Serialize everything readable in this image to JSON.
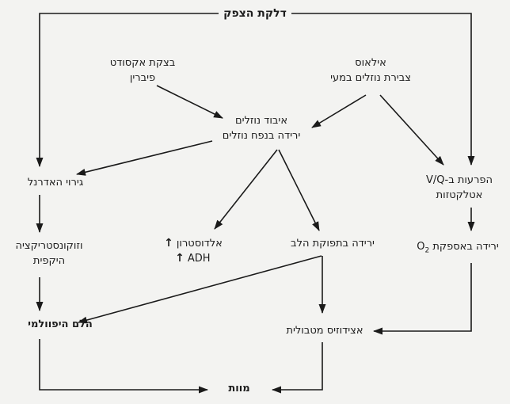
{
  "diagram": {
    "title": "דלקת הצפק",
    "nodes": {
      "exudate": {
        "line1": "בצקת אקסודט",
        "line2": "פיברין"
      },
      "ileus": {
        "line1": "אילאוס",
        "line2": "צבירת נוזלים במעי"
      },
      "fluid_loss": {
        "line1": "איבוד נוזלים",
        "line2": "ירידה בנפח נוזלים"
      },
      "adrenal_stimulation": {
        "line1": "גירוי האדרנל"
      },
      "vq_disturbance": {
        "line1": "הפרעות ב-V/Q",
        "line2": "אטלקטזות"
      },
      "peripheral_vasoconstriction": {
        "line1": "וזוקונסטריקציה",
        "line2": "היקפית"
      },
      "aldosterone_adh": {
        "up_arrow": "↑",
        "line1": "אלדוסטרון",
        "line2": "ADH"
      },
      "decreased_cardiac_output": {
        "line1": "ירידה בתפוקת הלב"
      },
      "decreased_o2_supply": {
        "text": "ירידה באספקת",
        "symbol": "O",
        "subscript": "2"
      },
      "hypovolemic_shock": {
        "line1": "הלם היפוולמי"
      },
      "metabolic_acidosis": {
        "line1": "אצידוזיס מטבולית"
      },
      "death": {
        "line1": "מוות"
      }
    },
    "colors": {
      "background": "#f3f3f1",
      "line": "#1a1a1a",
      "text": "#1c1c1c"
    }
  }
}
